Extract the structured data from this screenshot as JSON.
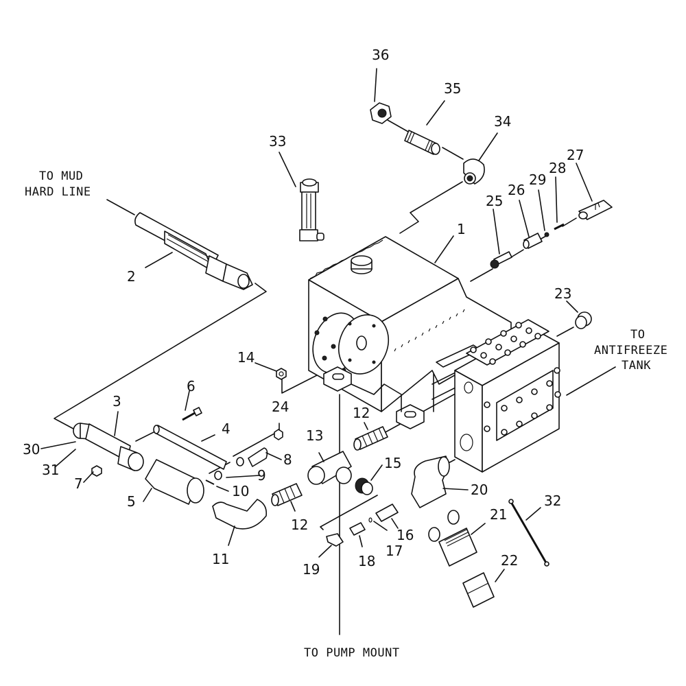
{
  "diagram": {
    "type": "exploded-parts-diagram",
    "subject": "pump assembly",
    "notes": {
      "mud_hard_line": [
        "TO MUD",
        "HARD LINE"
      ],
      "antifreeze_tank": [
        "TO",
        "ANTIFREEZE",
        "TANK"
      ],
      "pump_mount": "TO PUMP MOUNT"
    },
    "callouts": {
      "c1": "1",
      "c2": "2",
      "c3": "3",
      "c4": "4",
      "c5": "5",
      "c6": "6",
      "c7": "7",
      "c8": "8",
      "c9": "9",
      "c10": "10",
      "c11": "11",
      "c12a": "12",
      "c12b": "12",
      "c13": "13",
      "c14": "14",
      "c15": "15",
      "c16": "16",
      "c17": "17",
      "c18": "18",
      "c19": "19",
      "c20": "20",
      "c21": "21",
      "c22": "22",
      "c23": "23",
      "c24": "24",
      "c25": "25",
      "c26": "26",
      "c27": "27",
      "c28": "28",
      "c29": "29",
      "c30": "30",
      "c31": "31",
      "c32": "32",
      "c33": "33",
      "c34": "34",
      "c35": "35",
      "c36": "36"
    }
  }
}
